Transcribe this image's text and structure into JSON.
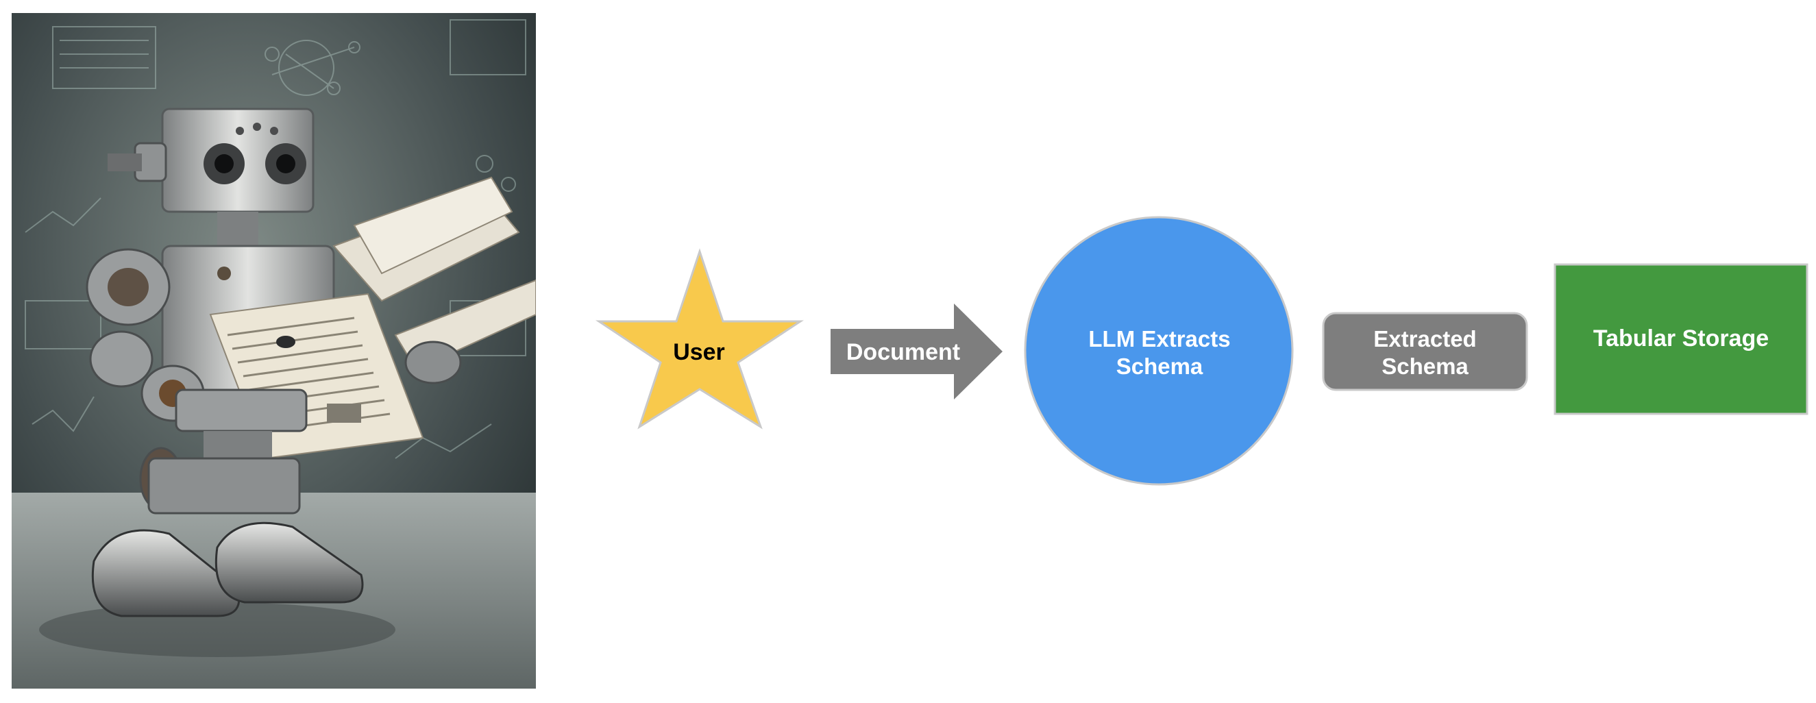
{
  "illustration": {
    "subject": "robot-reading-documents",
    "palette": {
      "bg_dark": "#2f3a3c",
      "bg_light": "#7f8a86",
      "metal": "#b9bcbc",
      "paper": "#ece6d6",
      "table": "#8f9896"
    }
  },
  "flow": {
    "user": {
      "label": "User",
      "shape": "star",
      "color": "#f8c94c"
    },
    "document": {
      "label": "Document",
      "shape": "arrow",
      "color": "#7e7e7e"
    },
    "llm": {
      "label_line1": "LLM Extracts",
      "label_line2": "Schema",
      "shape": "circle",
      "color": "#4a97ec"
    },
    "extracted": {
      "label_line1": "Extracted",
      "label_line2": "Schema",
      "shape": "rounded-rect",
      "color": "#7e7e7e"
    },
    "storage": {
      "label": "Tabular Storage",
      "shape": "rect",
      "color": "#43993f"
    }
  }
}
